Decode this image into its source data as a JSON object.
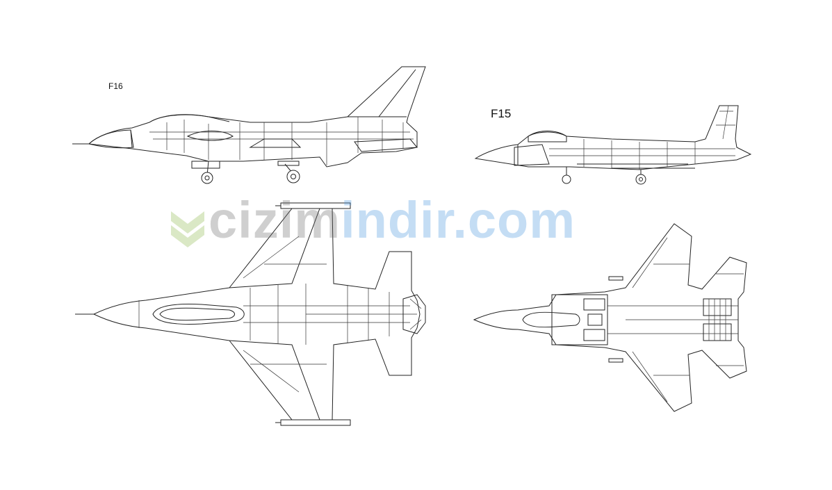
{
  "labels": {
    "f16": "F16",
    "f15": "F15"
  },
  "watermark": {
    "part1": "cizim",
    "part2": "indir.com"
  },
  "colors": {
    "line": "#222222",
    "background": "#ffffff",
    "watermark_grey": "#8a8a8a",
    "watermark_blue": "#6aaee0"
  }
}
